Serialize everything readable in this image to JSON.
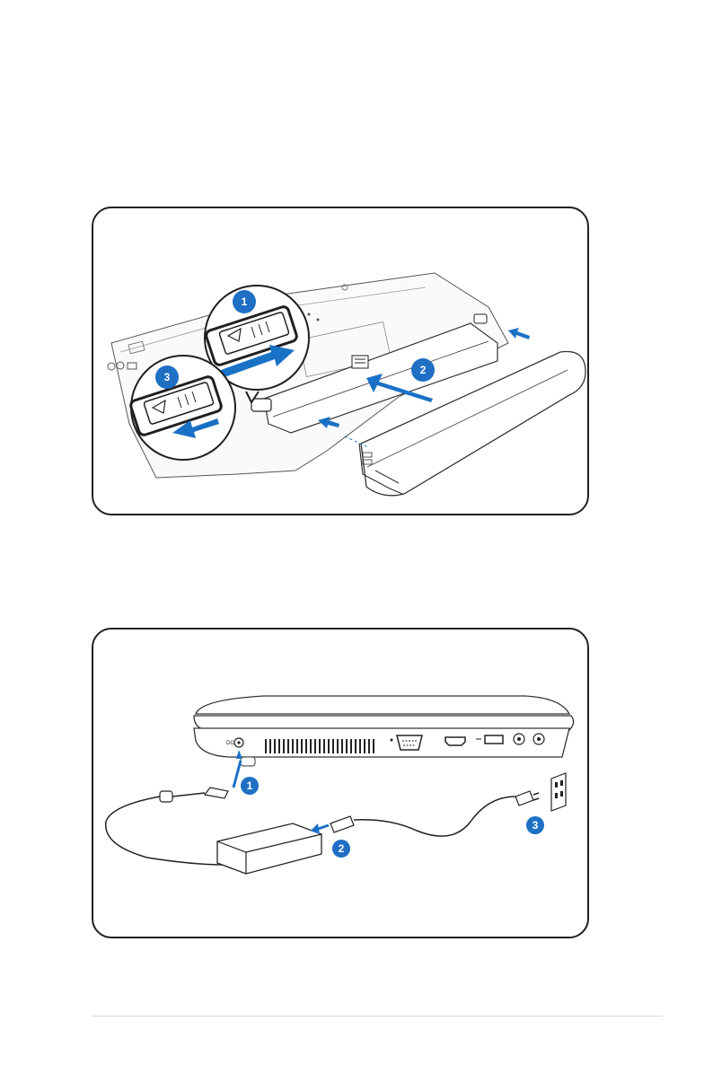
{
  "figures": [
    {
      "name": "battery-install-illustration",
      "steps": [
        "1",
        "2",
        "3"
      ]
    },
    {
      "name": "power-adapter-illustration",
      "steps": [
        "1",
        "2",
        "3"
      ]
    }
  ],
  "colors": {
    "step_badge": "#1f6fc4",
    "arrow": "#1a72c6",
    "line": "#231f20"
  },
  "ports": {
    "dc_label": "DC"
  }
}
